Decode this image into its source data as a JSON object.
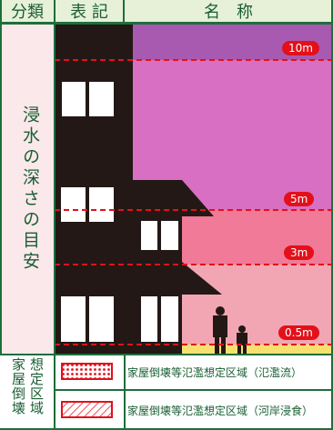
{
  "header": {
    "col1": "分類",
    "col2": "表 記",
    "col3": "名　称"
  },
  "left_label": "浸水の深さの目安",
  "depth_badges": [
    "10m",
    "5m",
    "3m",
    "0.5m"
  ],
  "legend_category": "想定区域 家屋倒壊",
  "legend": [
    {
      "label": "家屋倒壊等氾濫想定区域（氾濫流）",
      "pattern": "dots"
    },
    {
      "label": "家屋倒壊等氾濫想定区域（河岸浸食）",
      "pattern": "hatch"
    }
  ],
  "colors": {
    "accent_green": "#1e6e3c",
    "badge_red": "#e3101a",
    "zone_10m_plus": "#a85ab0",
    "zone_5_10m": "#d86fc3",
    "zone_3_5m": "#f07a98",
    "zone_05_3m": "#f2a6b4",
    "zone_under_05m": "#f5e070"
  }
}
